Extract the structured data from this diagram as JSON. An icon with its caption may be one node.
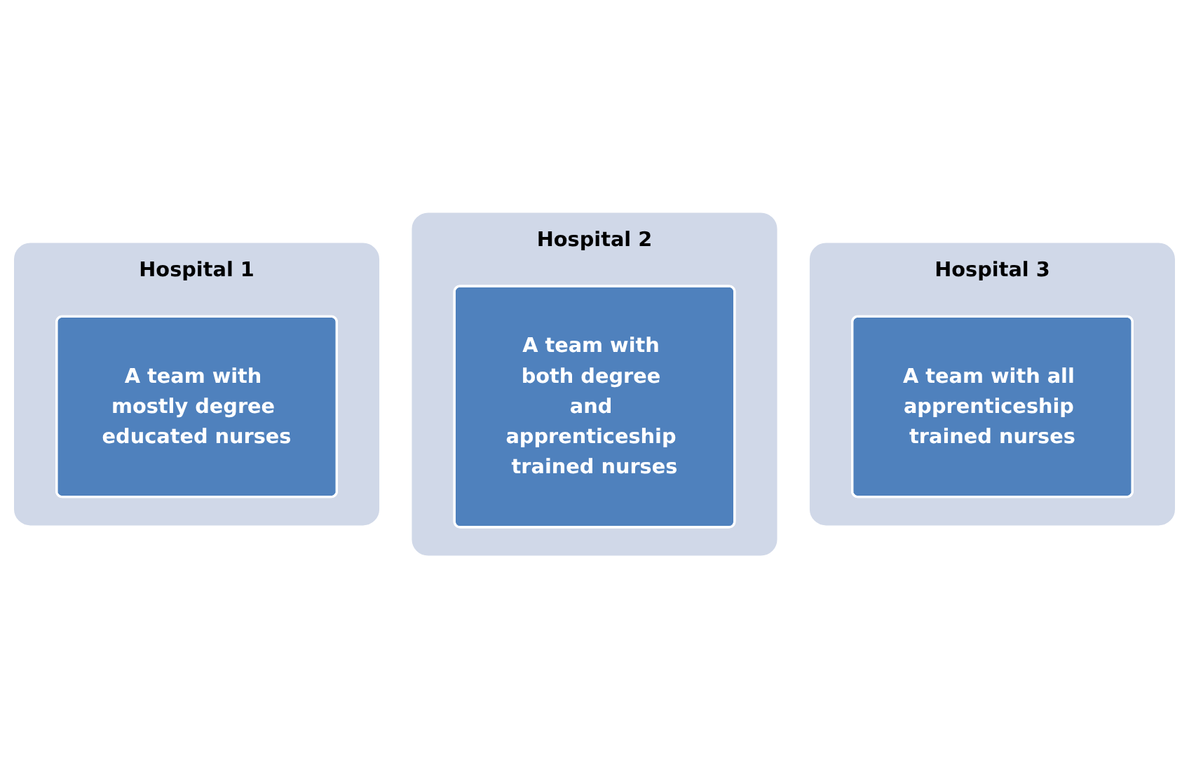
{
  "diagram": {
    "nodes": [
      {
        "text": [
          "Hospital 1"
        ]
      },
      {
        "text": [
          "A team with mostly degree educated nurses"
        ],
        "in": 0
      },
      {
        "text": [
          "Hospital 2"
        ]
      },
      {
        "text": [
          "A team with both degree and apprenticeship trained nurses"
        ],
        "in": 2
      },
      {
        "text": [
          "Hospital 3"
        ]
      },
      {
        "text": [
          "A team with all apprenticeship trained nurses"
        ],
        "in": 4
      }
    ]
  }
}
